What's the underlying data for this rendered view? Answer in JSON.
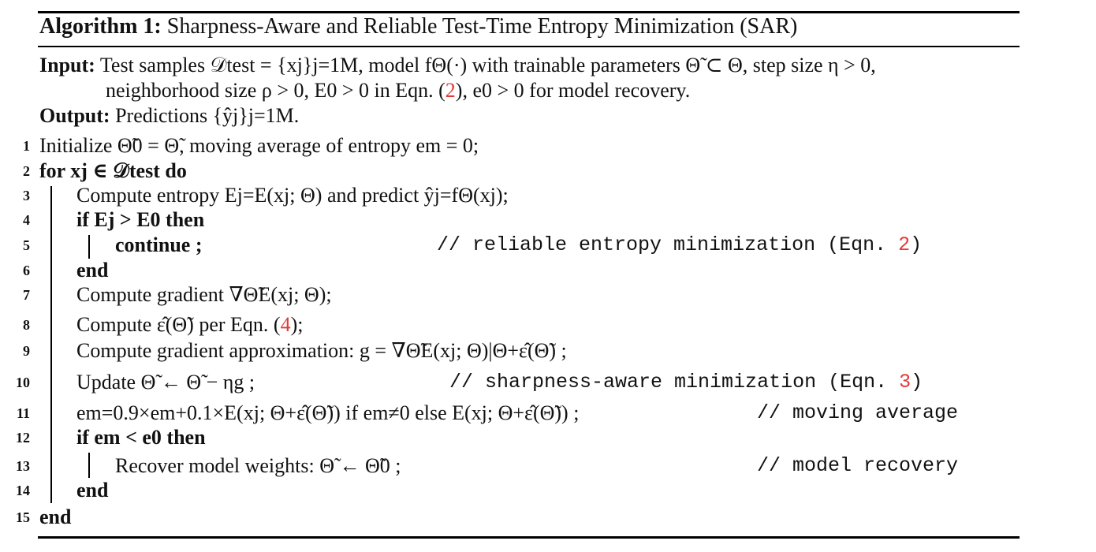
{
  "title_prefix": "Algorithm 1:",
  "title_rest": "Sharpness-Aware and Reliable Test-Time Entropy Minimization (SAR)",
  "input_label": "Input:",
  "input_text_1": "Test samples 𝒟test = {xj}j=1M, model fΘ(·) with trainable parameters Θ̃ ⊂ Θ, step size η > 0,",
  "input_text_2a": "neighborhood size ρ > 0, E0 > 0 in Eqn. (",
  "input_ref": "2",
  "input_text_2b": "), e0 > 0 for model recovery.",
  "output_label": "Output:",
  "output_text": "Predictions {ŷj}j=1M.",
  "lines": [
    {
      "n": "1",
      "code": "Initialize Θ̃0 = Θ̃, moving average of entropy em = 0;"
    },
    {
      "n": "2",
      "code": "for xj ∈ 𝒟test do"
    },
    {
      "n": "3",
      "code": "Compute entropy Ej=E(xj; Θ) and predict ŷj=fΘ(xj);"
    },
    {
      "n": "4",
      "code": "if Ej > E0 then"
    },
    {
      "n": "5",
      "code": "continue ;",
      "comment": "// reliable entropy minimization (Eqn. ",
      "ref": "2",
      "tail": ")"
    },
    {
      "n": "6",
      "code": "end"
    },
    {
      "n": "7",
      "code": "Compute gradient ∇Θ̃E(xj; Θ);"
    },
    {
      "n": "8",
      "code_a": "Compute ε̂(Θ̃) per Eqn. (",
      "ref": "4",
      "code_b": ");"
    },
    {
      "n": "9",
      "code": "Compute gradient approximation: g = ∇Θ̃E(xj; Θ)|Θ+ε̂(Θ̃) ;"
    },
    {
      "n": "10",
      "code": "Update Θ̃ ← Θ̃ − ηg ;",
      "comment": "// sharpness-aware minimization (Eqn. ",
      "ref": "3",
      "tail": ")"
    },
    {
      "n": "11",
      "code": "em=0.9×em+0.1×E(xj; Θ+ε̂(Θ̃)) if em≠0 else E(xj; Θ+ε̂(Θ̃)) ;",
      "comment": "// moving average"
    },
    {
      "n": "12",
      "code": "if em < e0 then"
    },
    {
      "n": "13",
      "code": "Recover model weights: Θ̃ ← Θ̃0 ;",
      "comment": "// model recovery"
    },
    {
      "n": "14",
      "code": "end"
    },
    {
      "n": "15",
      "code": "end"
    }
  ]
}
